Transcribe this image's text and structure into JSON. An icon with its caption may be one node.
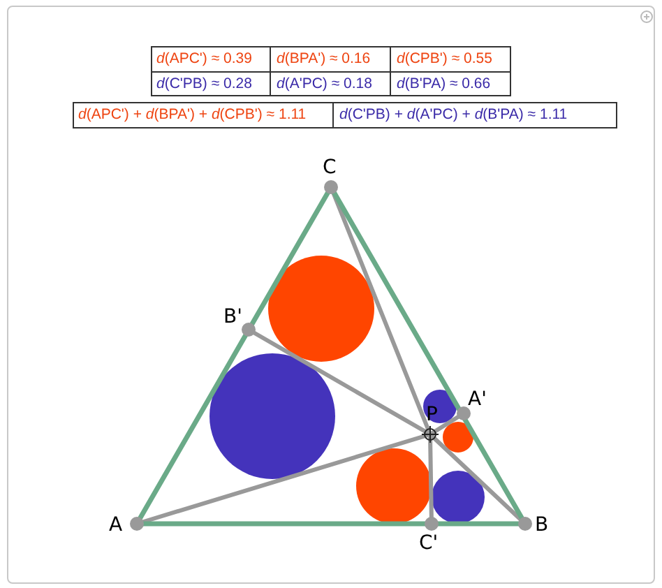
{
  "diagram": {
    "labels": [
      "*d*(APC') ≈ 0.39",
      "*d*(BPA') ≈ 0.16",
      "*d*(CPB') ≈ 0.55",
      "*d*(C'PB) ≈ 0.28",
      "*d*(A'PC) ≈ 0.18",
      "*d*(B'PA) ≈ 0.66",
      "*d*(APC') + *d*(BPA') + *d*(CPB') ≈ 1.11",
      "*d*(C'PB) + *d*(A'PC) + *d*(B'PA) ≈ 1.11",
      "C",
      "B'",
      "A'",
      "P",
      "A",
      "B",
      "C'"
    ]
  }
}
